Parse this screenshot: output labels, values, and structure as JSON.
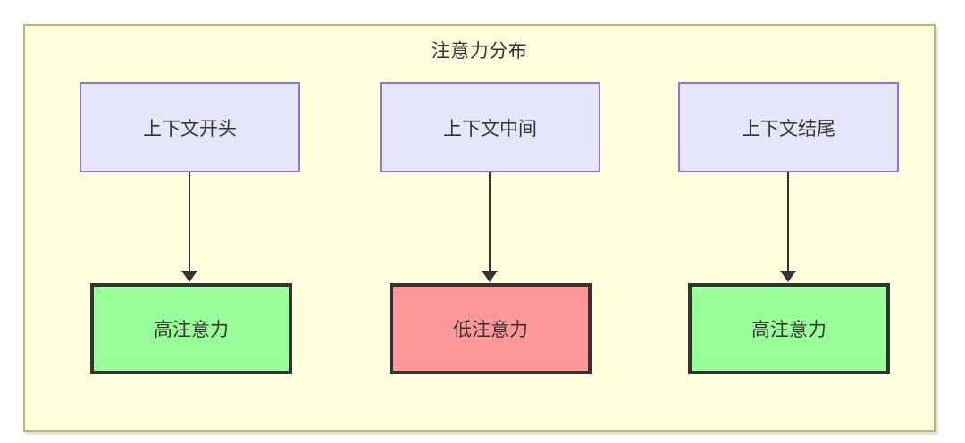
{
  "diagram": {
    "title": "注意力分布",
    "container": {
      "fill": "#ffffdd",
      "stroke": "#bdb76b"
    },
    "top_nodes": [
      {
        "id": "context-start",
        "label": "上下文开头",
        "fill": "#e6e6fa",
        "stroke": "#9370db"
      },
      {
        "id": "context-middle",
        "label": "上下文中间",
        "fill": "#e6e6fa",
        "stroke": "#9370db"
      },
      {
        "id": "context-end",
        "label": "上下文结尾",
        "fill": "#e6e6fa",
        "stroke": "#9370db"
      }
    ],
    "bottom_nodes": [
      {
        "id": "attention-high-start",
        "label": "高注意力",
        "fill": "#99ff99",
        "stroke": "#333333"
      },
      {
        "id": "attention-low-middle",
        "label": "低注意力",
        "fill": "#ff9999",
        "stroke": "#333333"
      },
      {
        "id": "attention-high-end",
        "label": "高注意力",
        "fill": "#99ff99",
        "stroke": "#333333"
      }
    ],
    "edges": [
      {
        "from": "context-start",
        "to": "attention-high-start",
        "label": ""
      },
      {
        "from": "context-middle",
        "to": "attention-low-middle",
        "label": ""
      },
      {
        "from": "context-end",
        "to": "attention-high-end",
        "label": ""
      }
    ]
  }
}
